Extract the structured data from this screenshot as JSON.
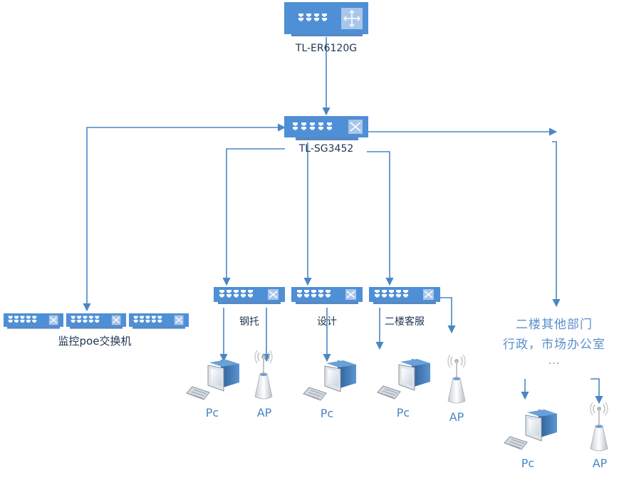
{
  "colors": {
    "device_blue": "#4f8fd6",
    "device_shadow": "#3a73b5",
    "line": "#4a86c5",
    "label_dark": "#1f3550",
    "label_blue": "#4a86c5"
  },
  "router": {
    "label": "TL-ER6120G",
    "icon": "router-icon"
  },
  "core_switch": {
    "label": "TL-SG3452",
    "icon": "switch-icon"
  },
  "poe_group": {
    "label": "监控poe交换机",
    "switch_count": 3
  },
  "department_switches": [
    {
      "id": "gangtuo",
      "label": "钢托"
    },
    {
      "id": "sheji",
      "label": "设计"
    },
    {
      "id": "kefu",
      "label": "二楼客服"
    }
  ],
  "endpoints": {
    "pc_label": "Pc",
    "ap_label": "AP"
  },
  "other_departments": {
    "line1": "二楼其他部门",
    "line2": "行政，市场办公室",
    "line3": "..."
  }
}
